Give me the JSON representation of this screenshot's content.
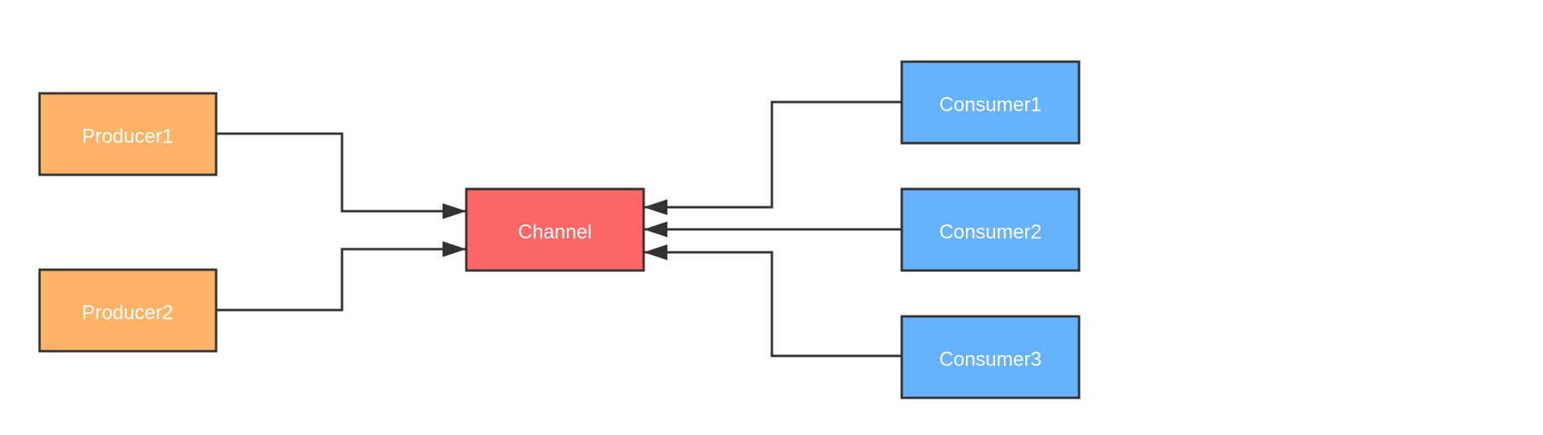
{
  "colors": {
    "producer": "#FFB366",
    "channel": "#FF6666",
    "consumer": "#66B2FF",
    "stroke": "#333333",
    "text": "#FFFFFF"
  },
  "nodes": {
    "producer1": "Producer1",
    "producer2": "Producer2",
    "channel": "Channel",
    "consumer1": "Consumer1",
    "consumer2": "Consumer2",
    "consumer3": "Consumer3"
  },
  "edges": [
    {
      "from": "Producer1",
      "to": "Channel"
    },
    {
      "from": "Producer2",
      "to": "Channel"
    },
    {
      "from": "Consumer1",
      "to": "Channel"
    },
    {
      "from": "Consumer2",
      "to": "Channel"
    },
    {
      "from": "Consumer3",
      "to": "Channel"
    }
  ]
}
